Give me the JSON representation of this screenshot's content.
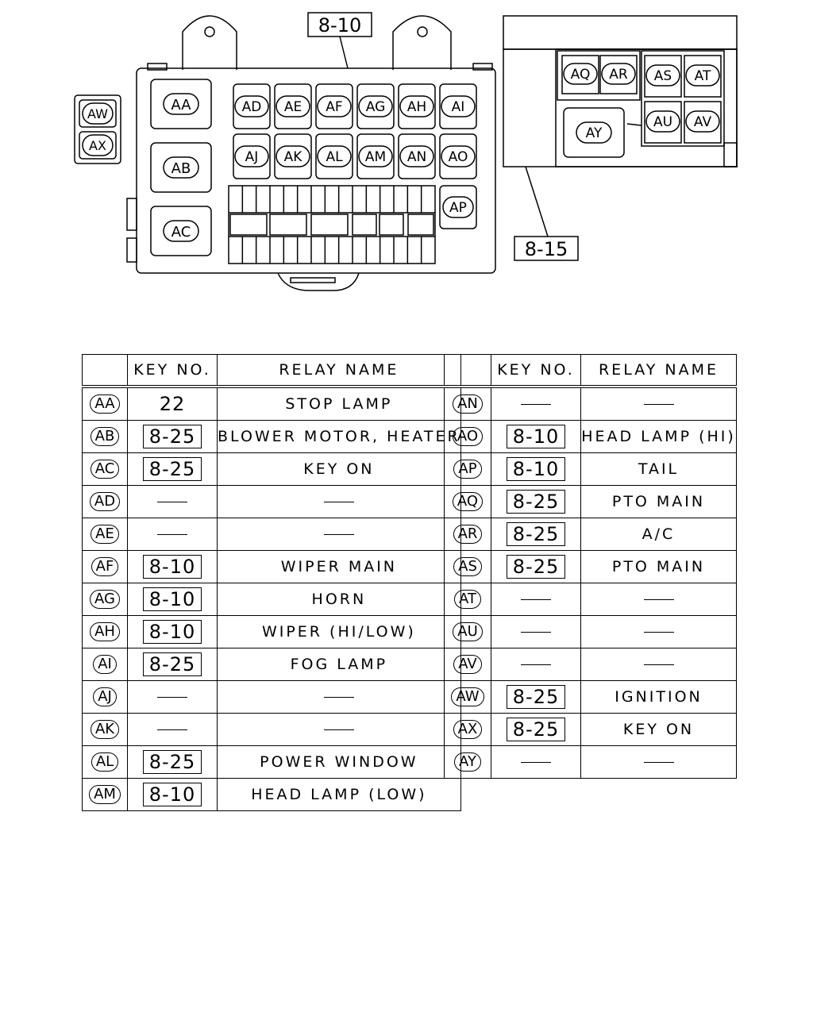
{
  "refs": {
    "top": "8-10",
    "right": "8-15"
  },
  "diagram_labels": {
    "AA": "AA",
    "AB": "AB",
    "AC": "AC",
    "AD": "AD",
    "AE": "AE",
    "AF": "AF",
    "AG": "AG",
    "AH": "AH",
    "AI": "AI",
    "AJ": "AJ",
    "AK": "AK",
    "AL": "AL",
    "AM": "AM",
    "AN": "AN",
    "AO": "AO",
    "AP": "AP",
    "AQ": "AQ",
    "AR": "AR",
    "AS": "AS",
    "AT": "AT",
    "AU": "AU",
    "AV": "AV",
    "AW": "AW",
    "AX": "AX",
    "AY": "AY"
  },
  "table": {
    "headers": {
      "key": "KEY NO.",
      "name": "RELAY NAME"
    },
    "left": [
      {
        "id": "AA",
        "key": "22",
        "boxed": false,
        "name": "STOP LAMP"
      },
      {
        "id": "AB",
        "key": "8-25",
        "boxed": true,
        "name": "BLOWER MOTOR, HEATER"
      },
      {
        "id": "AC",
        "key": "8-25",
        "boxed": true,
        "name": "KEY ON"
      },
      {
        "id": "AD",
        "key": "",
        "boxed": false,
        "name": ""
      },
      {
        "id": "AE",
        "key": "",
        "boxed": false,
        "name": ""
      },
      {
        "id": "AF",
        "key": "8-10",
        "boxed": true,
        "name": "WIPER MAIN"
      },
      {
        "id": "AG",
        "key": "8-10",
        "boxed": true,
        "name": "HORN"
      },
      {
        "id": "AH",
        "key": "8-10",
        "boxed": true,
        "name": "WIPER (HI/LOW)"
      },
      {
        "id": "AI",
        "key": "8-25",
        "boxed": true,
        "name": "FOG LAMP"
      },
      {
        "id": "AJ",
        "key": "",
        "boxed": false,
        "name": ""
      },
      {
        "id": "AK",
        "key": "",
        "boxed": false,
        "name": ""
      },
      {
        "id": "AL",
        "key": "8-25",
        "boxed": true,
        "name": "POWER WINDOW"
      },
      {
        "id": "AM",
        "key": "8-10",
        "boxed": true,
        "name": "HEAD LAMP (LOW)"
      }
    ],
    "right": [
      {
        "id": "AN",
        "key": "",
        "boxed": false,
        "name": ""
      },
      {
        "id": "AO",
        "key": "8-10",
        "boxed": true,
        "name": "HEAD LAMP (HI)"
      },
      {
        "id": "AP",
        "key": "8-10",
        "boxed": true,
        "name": "TAIL"
      },
      {
        "id": "AQ",
        "key": "8-25",
        "boxed": true,
        "name": "PTO MAIN"
      },
      {
        "id": "AR",
        "key": "8-25",
        "boxed": true,
        "name": "A/C"
      },
      {
        "id": "AS",
        "key": "8-25",
        "boxed": true,
        "name": "PTO MAIN"
      },
      {
        "id": "AT",
        "key": "",
        "boxed": false,
        "name": ""
      },
      {
        "id": "AU",
        "key": "",
        "boxed": false,
        "name": ""
      },
      {
        "id": "AV",
        "key": "",
        "boxed": false,
        "name": ""
      },
      {
        "id": "AW",
        "key": "8-25",
        "boxed": true,
        "name": "IGNITION"
      },
      {
        "id": "AX",
        "key": "8-25",
        "boxed": true,
        "name": "KEY ON"
      },
      {
        "id": "AY",
        "key": "",
        "boxed": false,
        "name": ""
      }
    ]
  }
}
